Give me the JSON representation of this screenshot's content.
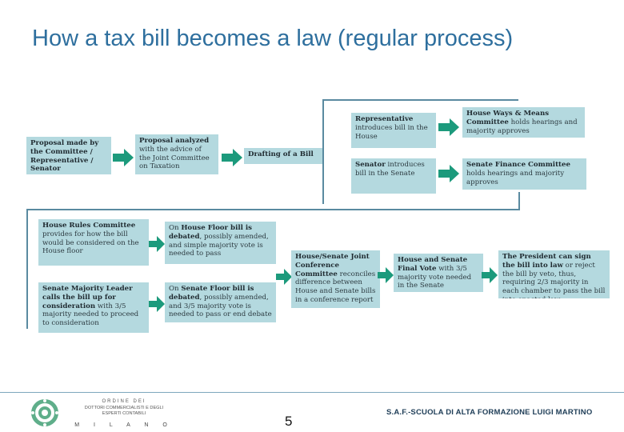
{
  "slide": {
    "title": "How a tax bill becomes a law (regular process)",
    "page_number": "5",
    "footer_text": "S.A.F.-SCUOLA DI ALTA FORMAZIONE LUIGI MARTINO"
  },
  "logo": {
    "line1": "ORDINE DEI",
    "line2": "DOTTORI COMMERCIALISTI E DEGLI",
    "line3": "ESPERTI CONTABILI",
    "city": "M I L A N O"
  },
  "boxes": {
    "proposal": {
      "bold": "Proposal made by the Committee / Representative / Senator",
      "rest": ""
    },
    "analyzed": {
      "bold": "Proposal analyzed",
      "rest": " with the advice of the Joint Committee on Taxation"
    },
    "drafting": {
      "bold": "Drafting of a Bill",
      "rest": ""
    },
    "representative": {
      "bold": "Representative",
      "rest": " introduces bill in the House"
    },
    "ways_means": {
      "bold": "House Ways & Means Committee",
      "rest": " holds hearings and majority approves"
    },
    "senator": {
      "bold": "Senator",
      "rest": " introduces bill in the Senate"
    },
    "senate_finance": {
      "bold": "Senate Finance Committee",
      "rest": " holds hearings and majority approves"
    },
    "rules_committee": {
      "bold": "House Rules Committee",
      "rest": " provides for how the bill would be considered on the House floor"
    },
    "house_floor": {
      "pre": "On ",
      "bold": "House Floor bill is debated",
      "rest": ", possibly amended, and simple majority vote is needed to pass"
    },
    "majority_leader": {
      "bold": "Senate Majority Leader calls the bill up for consideration",
      "rest": " with 3/5 majority needed to proceed to consideration"
    },
    "senate_floor": {
      "pre": "On ",
      "bold": "Senate Floor bill is debated",
      "rest": ", possibly amended, and 3/5 majority vote is needed to pass or end debate"
    },
    "conference": {
      "bold": "House/Senate Joint Conference Committee",
      "rest": " reconciles difference between House and Senate bills in a conference report"
    },
    "final_vote": {
      "bold": "House and Senate Final Vote",
      "rest": " with 3/5 majority vote needed in the Senate"
    },
    "president": {
      "bold": "The President can sign the bill into law",
      "rest": " or reject the bill by veto, thus, requiring 2/3 majority in each chamber to pass the bill into enacted law"
    }
  },
  "colors": {
    "title": "#2e6f9e",
    "box_fill": "#b4d9df",
    "arrow": "#1c9a7c",
    "connector": "#5a8aa0",
    "footer_text": "#1e3d57"
  }
}
